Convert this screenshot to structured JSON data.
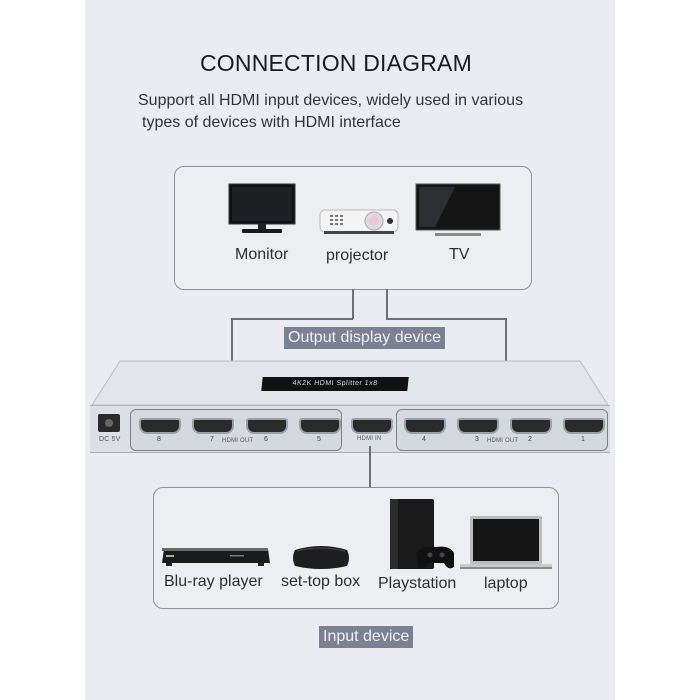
{
  "header": {
    "title": "CONNECTION DIAGRAM",
    "subtitle_line1": "Support all HDMI input devices, widely used in various",
    "subtitle_line2": "types of devices with HDMI interface"
  },
  "output_devices": {
    "items": [
      {
        "label": "Monitor",
        "icon": "monitor-icon"
      },
      {
        "label": "projector",
        "icon": "projector-icon"
      },
      {
        "label": "TV",
        "icon": "tv-icon"
      }
    ],
    "tag": "Output display device"
  },
  "splitter": {
    "brand_plate": "4K2K HDMI Splitter 1x8",
    "power_label": "DC 5V",
    "hdmi_in_label": "HDMI IN",
    "hdmi_out_label": "HDMI OUT",
    "left_ports": [
      "8",
      "7",
      "6",
      "5"
    ],
    "right_ports": [
      "4",
      "3",
      "2",
      "1"
    ]
  },
  "input_devices": {
    "items": [
      {
        "label": "Blu-ray player",
        "icon": "bluray-player-icon"
      },
      {
        "label": "set-top box",
        "icon": "set-top-box-icon"
      },
      {
        "label": "Playstation",
        "icon": "playstation-icon"
      },
      {
        "label": "laptop",
        "icon": "laptop-icon"
      }
    ],
    "tag": "Input device"
  },
  "colors": {
    "panel_bg": "#eaecf1",
    "tag_bg": "#7b8092",
    "line": "#6d7078"
  }
}
